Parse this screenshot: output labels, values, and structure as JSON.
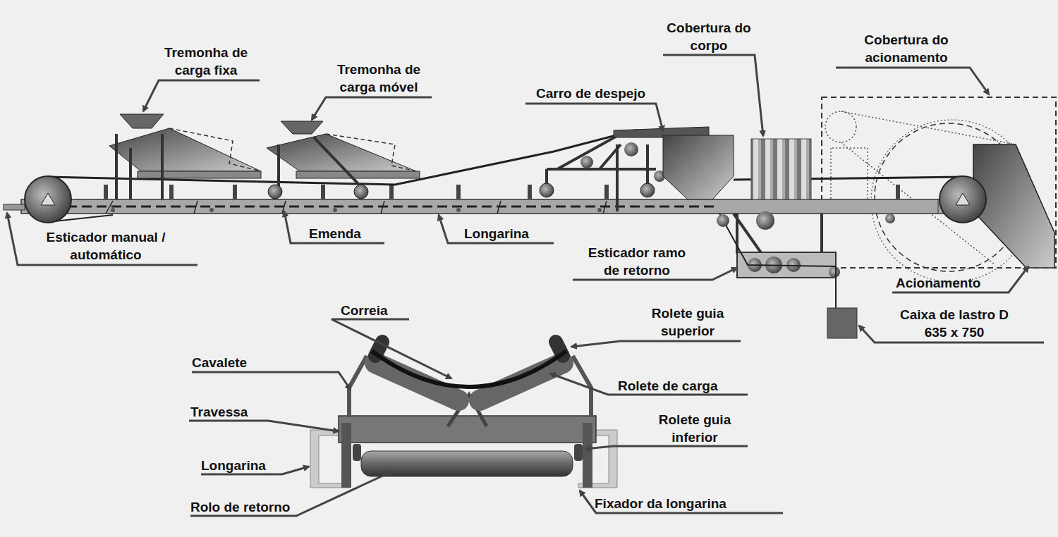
{
  "diagram": {
    "labels": [
      "Tremonha de carga fixa",
      "Tremonha de carga móvel",
      "Carro de despejo",
      "Cobertura do corpo",
      "Cobertura do acionamento",
      "Esticador manual / automático",
      "Emenda",
      "Longarina",
      "Esticador ramo de retorno",
      "Acionamento",
      "Caixa de lastro D 635 x 750",
      "Correia",
      "Rolete guia superior",
      "Cavalete",
      "Rolete de carga",
      "Travessa",
      "Rolete guia inferior",
      "Longarina",
      "Rolo de retorno",
      "Fixador da longarina"
    ]
  }
}
